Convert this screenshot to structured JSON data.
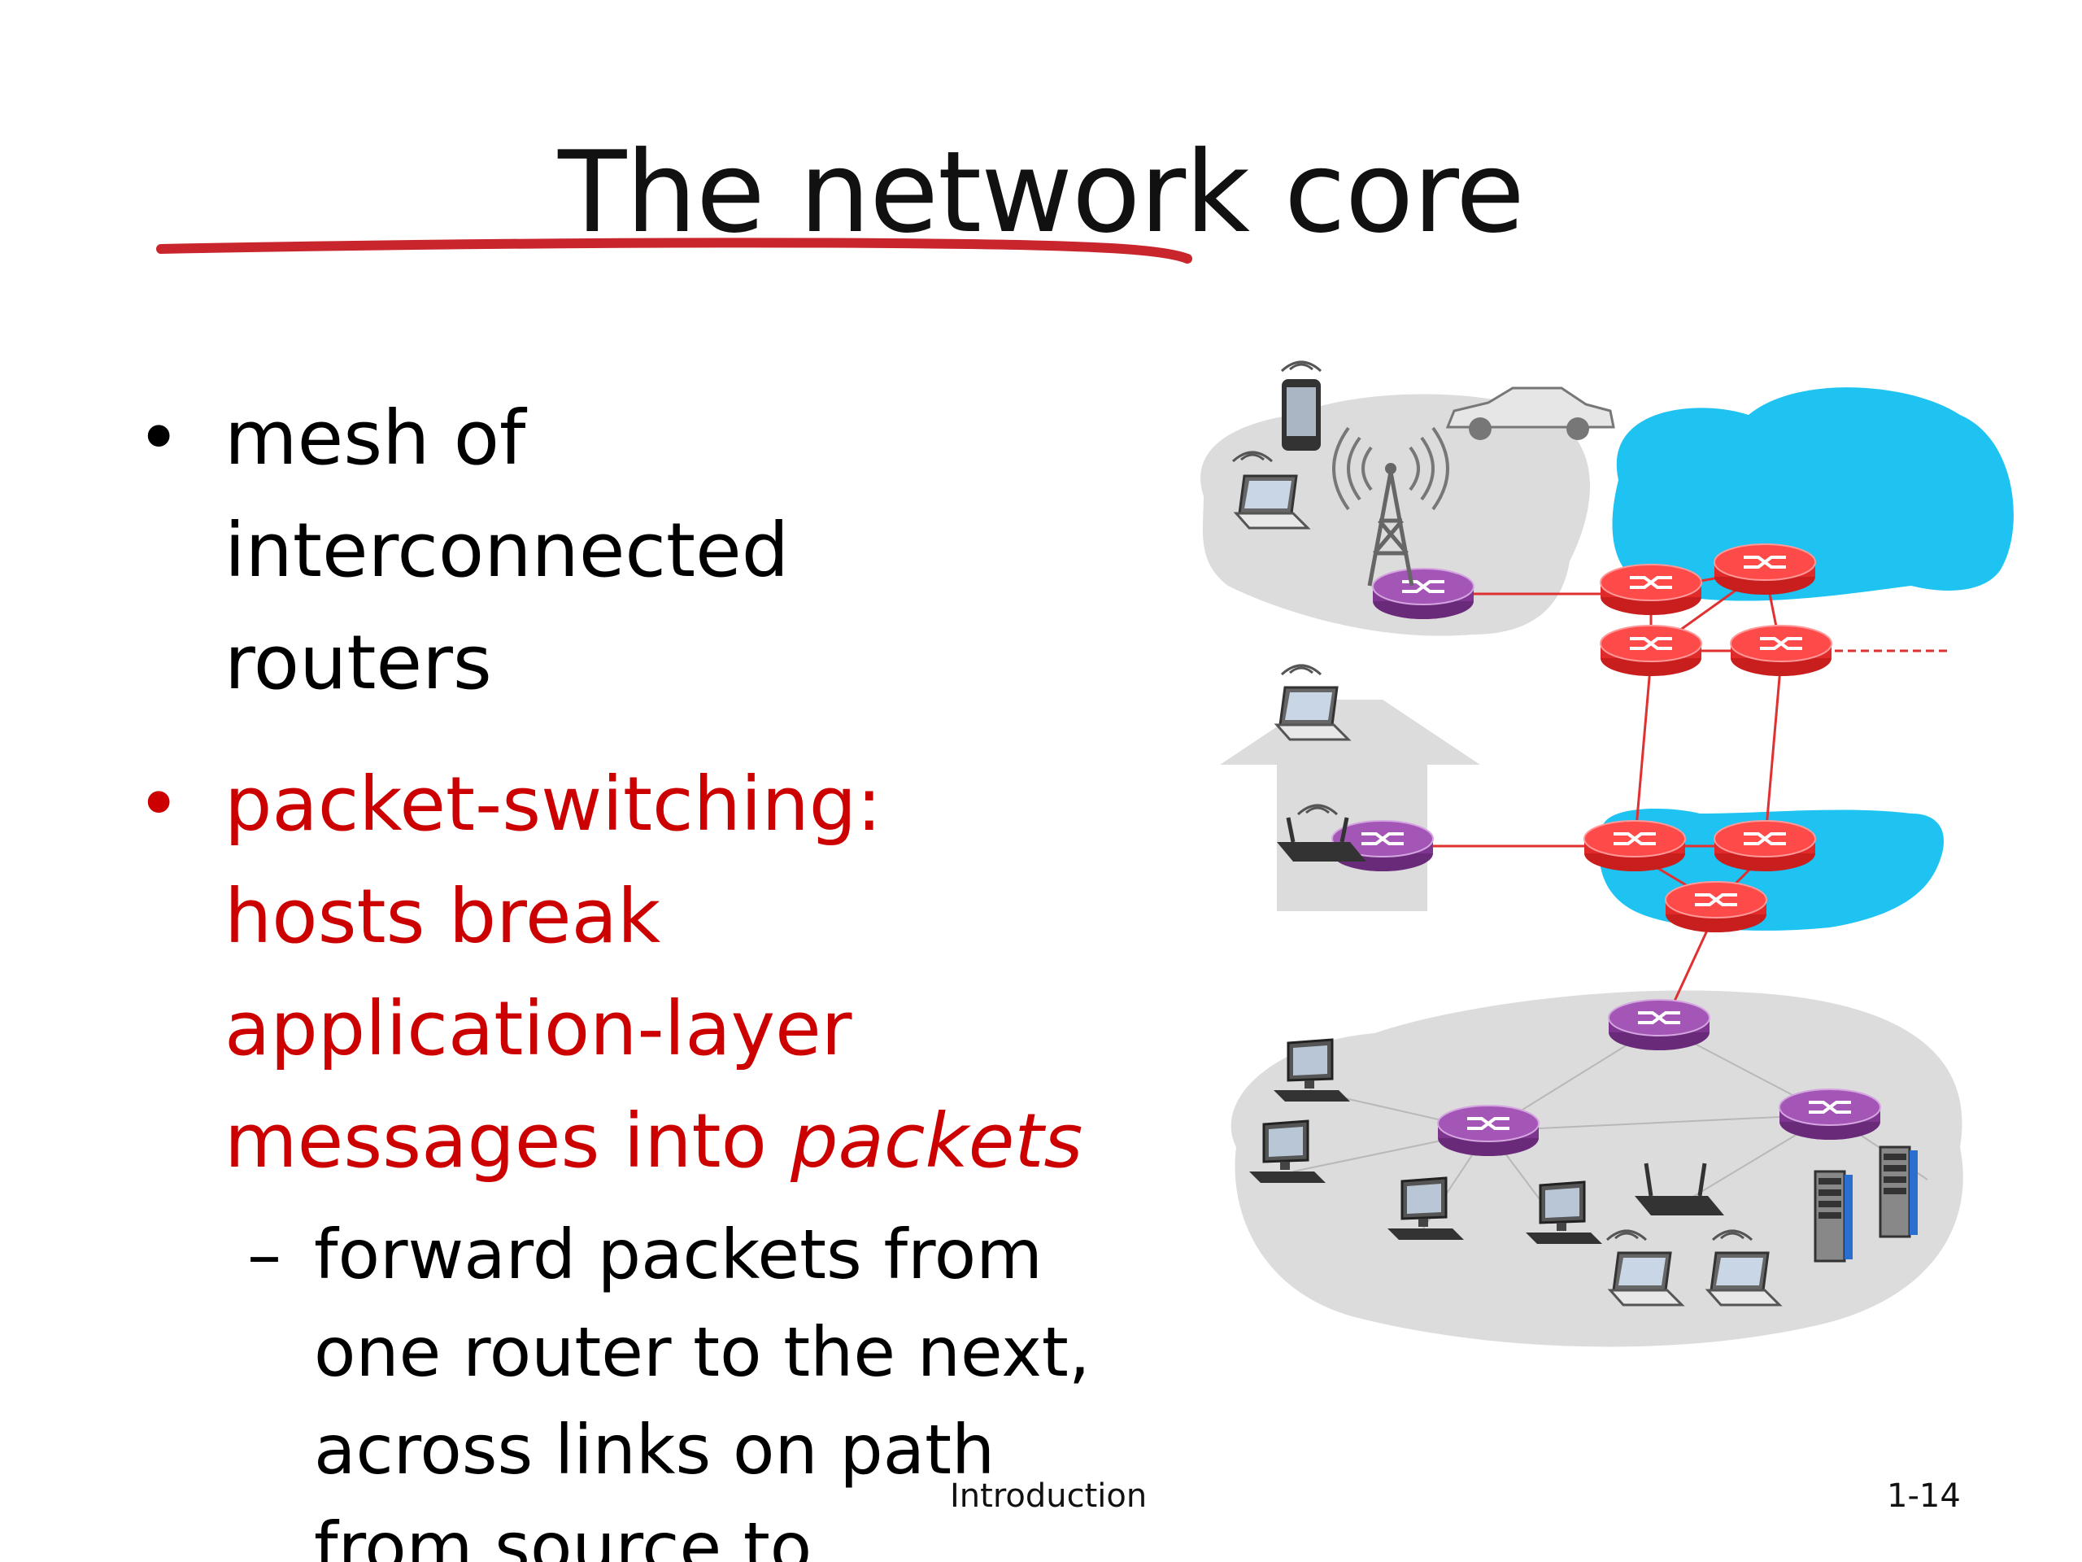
{
  "slide": {
    "title": "The network core",
    "bullets": [
      {
        "lines": [
          "mesh of",
          "interconnected",
          "routers"
        ]
      },
      {
        "lines": [
          "packet-switching:",
          "hosts break",
          "application-layer",
          "messages into "
        ],
        "emphasis": "packets"
      }
    ],
    "sub_bullet": {
      "lines": [
        "forward packets from",
        "one router to the next,",
        "across links on path",
        "from source to"
      ]
    },
    "bullet_glyph": "•",
    "dash_glyph": "–",
    "footer_left": "Introduction",
    "footer_right": "1-14"
  },
  "colors": {
    "text": "#000000",
    "highlight_red": "#cc0000",
    "annotation_red": "#c8262c",
    "core_network": "#1ec3f2",
    "edge_network": "#dddddd",
    "router_core": "#ff3b3b",
    "router_edge": "#8a3a9a"
  },
  "diagram_icons": [
    "cell-tower-icon",
    "smartphone-icon",
    "car-icon",
    "laptop-icon",
    "router-icon",
    "wifi-router-icon",
    "desktop-computer-icon",
    "server-icon",
    "house-icon"
  ]
}
